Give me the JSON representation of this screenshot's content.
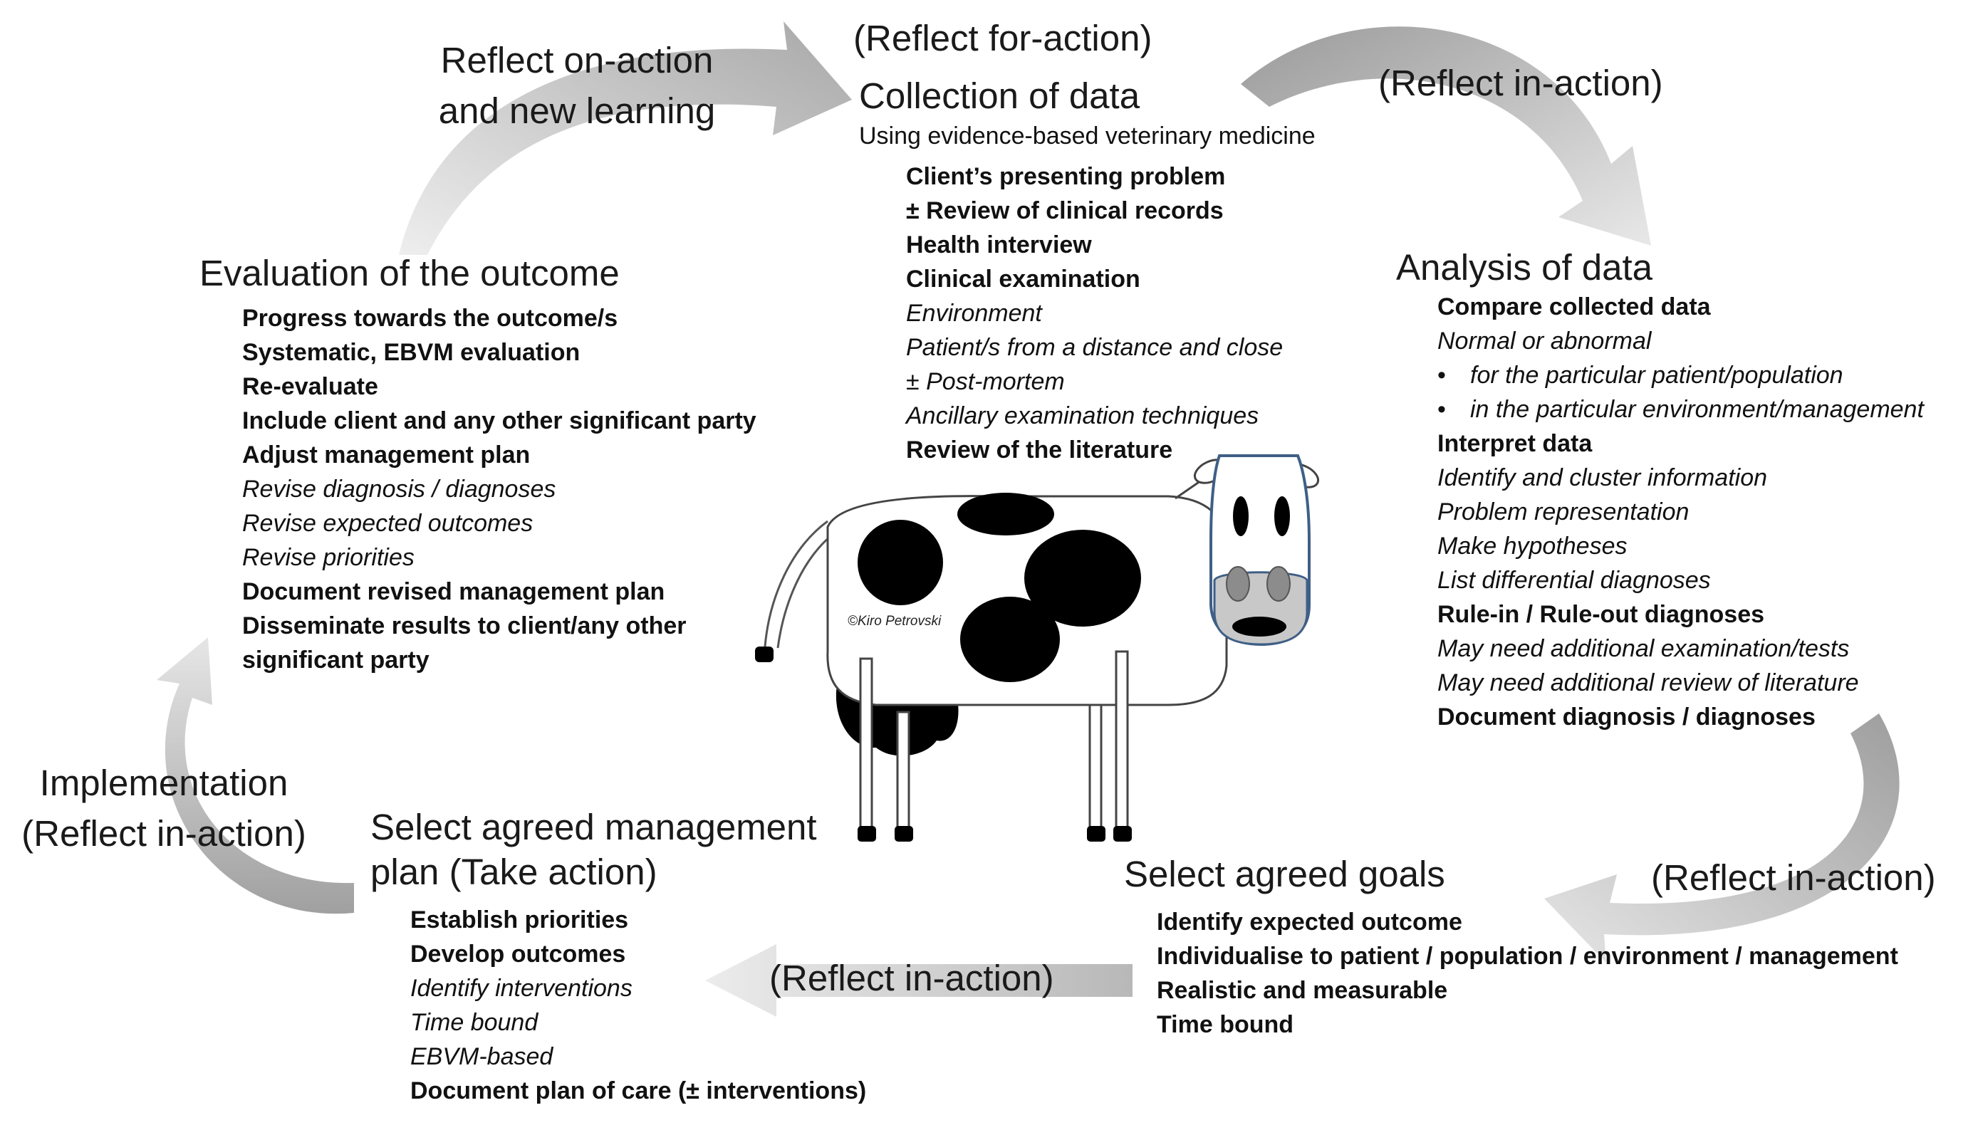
{
  "stages": {
    "collection": {
      "phase": "(Reflect for-action)",
      "title": "Collection of data",
      "subtitle": "Using evidence-based veterinary medicine",
      "items": [
        {
          "text": "Client’s presenting problem",
          "style": "b"
        },
        {
          "text": "± Review of clinical records",
          "style": "b"
        },
        {
          "text": "Health interview",
          "style": "b"
        },
        {
          "text": "Clinical examination",
          "style": "b"
        },
        {
          "text": "Environment",
          "style": "i"
        },
        {
          "text": "Patient/s from a distance and close",
          "style": "i"
        },
        {
          "text": "± Post-mortem",
          "style": "i"
        },
        {
          "text": "Ancillary examination techniques",
          "style": "i"
        },
        {
          "text": "Review of the literature",
          "style": "b"
        }
      ]
    },
    "analysis": {
      "title": "Analysis of data",
      "items": [
        {
          "text": "Compare collected data",
          "style": "b"
        },
        {
          "text": "Normal or abnormal",
          "style": "i"
        },
        {
          "text": "for the particular patient/population",
          "style": "bul"
        },
        {
          "text": "in the particular environment/management",
          "style": "bul"
        },
        {
          "text": "Interpret data",
          "style": "b"
        },
        {
          "text": "Identify and cluster information",
          "style": "i"
        },
        {
          "text": "Problem representation",
          "style": "i"
        },
        {
          "text": "Make hypotheses",
          "style": "i"
        },
        {
          "text": "List differential diagnoses",
          "style": "i"
        },
        {
          "text": "Rule-in / Rule-out diagnoses",
          "style": "b"
        },
        {
          "text": "May need additional examination/tests",
          "style": "i"
        },
        {
          "text": "May need additional review of literature",
          "style": "i"
        },
        {
          "text": "Document diagnosis / diagnoses",
          "style": "b"
        }
      ]
    },
    "goals": {
      "title": "Select agreed goals",
      "items": [
        {
          "text": "Identify expected outcome",
          "style": "b"
        },
        {
          "text": "Individualise to patient / population / environment / management",
          "style": "b"
        },
        {
          "text": "Realistic and measurable",
          "style": "b"
        },
        {
          "text": "Time bound",
          "style": "b"
        }
      ]
    },
    "plan": {
      "title_line1": "Select agreed management",
      "title_line2": "plan (Take action)",
      "items": [
        {
          "text": "Establish priorities",
          "style": "b"
        },
        {
          "text": "Develop outcomes",
          "style": "b"
        },
        {
          "text": "Identify interventions",
          "style": "i"
        },
        {
          "text": "Time bound",
          "style": "i"
        },
        {
          "text": "EBVM-based",
          "style": "i"
        },
        {
          "text": "Document plan of care (± interventions)",
          "style": "b"
        }
      ]
    },
    "evaluation": {
      "title": "Evaluation of the outcome",
      "items": [
        {
          "text": "Progress towards the outcome/s",
          "style": "b"
        },
        {
          "text": "Systematic, EBVM evaluation",
          "style": "b"
        },
        {
          "text": "Re-evaluate",
          "style": "b"
        },
        {
          "text": "Include client and any other significant party",
          "style": "b"
        },
        {
          "text": "Adjust management plan",
          "style": "b"
        },
        {
          "text": "Revise diagnosis / diagnoses",
          "style": "i"
        },
        {
          "text": "Revise expected outcomes",
          "style": "i"
        },
        {
          "text": "Revise priorities",
          "style": "i"
        },
        {
          "text": "Document revised management plan",
          "style": "b"
        },
        {
          "text": "Disseminate results to client/any other",
          "style": "b"
        },
        {
          "text": "significant party",
          "style": "b"
        }
      ]
    }
  },
  "arrows": {
    "top_left_line1": "Reflect on-action",
    "top_left_line2": "and new learning",
    "top_right": "(Reflect in-action)",
    "right": "(Reflect in-action)",
    "bottom": "(Reflect in-action)",
    "left_line1": "Implementation",
    "left_line2": "(Reflect in-action)"
  },
  "illustration": {
    "copyright": "©Kiro Petrovski"
  },
  "colors": {
    "arrow_dark": "#9a9a9a",
    "arrow_light": "#e2e2e2",
    "cow_spot": "#000000",
    "cow_muzzle": "#c8c8c8",
    "cow_nostril": "#8c8c8c",
    "face_outline": "#3f5f86"
  }
}
